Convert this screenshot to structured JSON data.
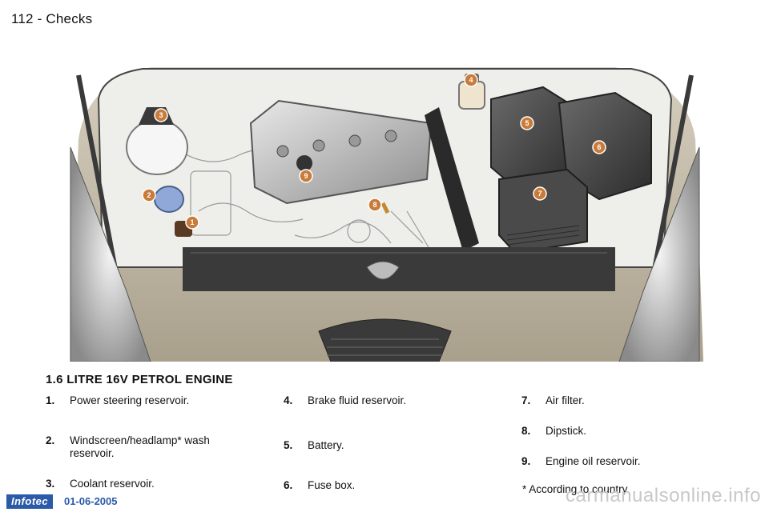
{
  "header": {
    "page_label": "112 - Checks"
  },
  "section": {
    "title": "1.6 LITRE 16V PETROL ENGINE"
  },
  "items": [
    {
      "num": "1.",
      "text": "Power steering reservoir."
    },
    {
      "num": "2.",
      "text": "Windscreen/headlamp* wash reservoir."
    },
    {
      "num": "3.",
      "text": "Coolant reservoir."
    },
    {
      "num": "4.",
      "text": "Brake fluid reservoir."
    },
    {
      "num": "5.",
      "text": "Battery."
    },
    {
      "num": "6.",
      "text": "Fuse box."
    },
    {
      "num": "7.",
      "text": "Air filter."
    },
    {
      "num": "8.",
      "text": "Dipstick."
    },
    {
      "num": "9.",
      "text": "Engine oil reservoir."
    }
  ],
  "callouts": [
    "1",
    "2",
    "3",
    "4",
    "5",
    "6",
    "7",
    "8",
    "9"
  ],
  "footnote": "* According to country.",
  "footer": {
    "badge": "Infotec",
    "date": "01-06-2005"
  },
  "watermark": "carmanualsonline.info",
  "colors": {
    "badge_blue": "#2a5aa8",
    "callout_orange": "#c97b3a"
  }
}
